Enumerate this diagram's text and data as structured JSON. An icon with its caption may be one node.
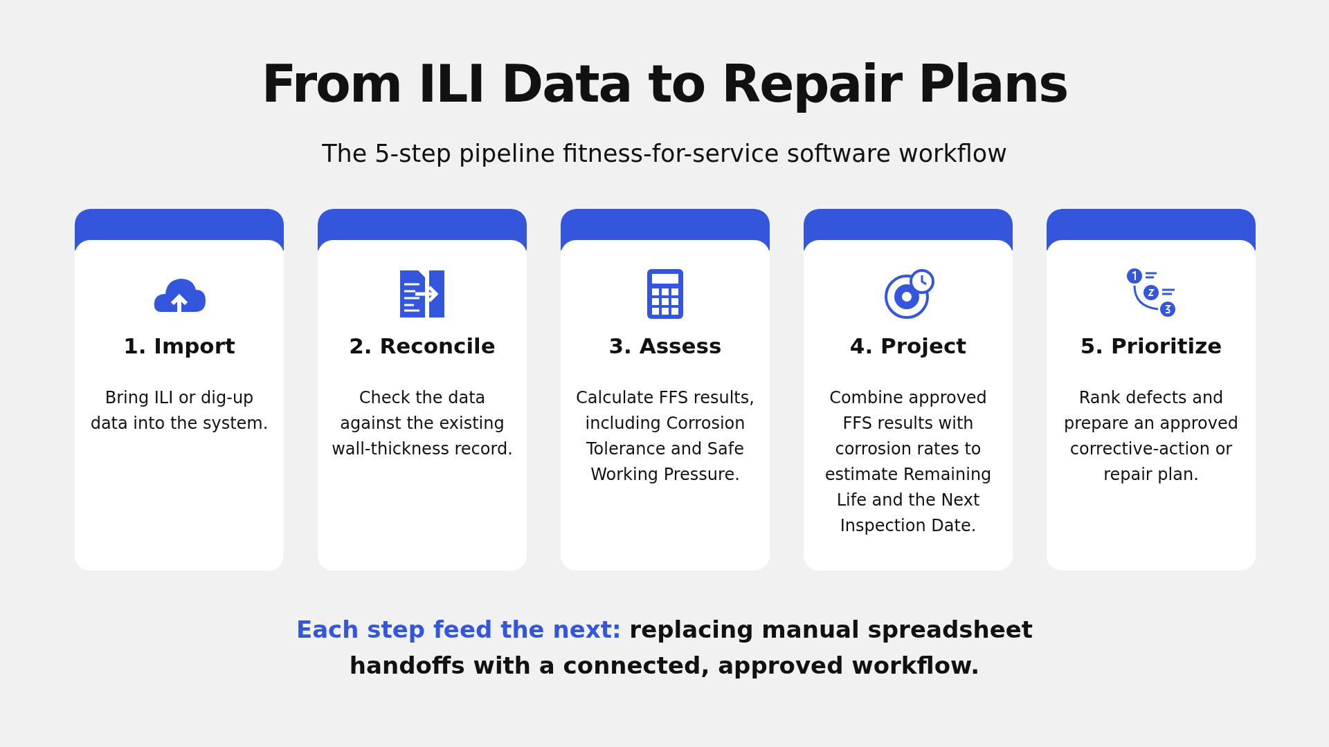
{
  "diagram": {
    "title": "From ILI Data to Repair Plans",
    "nodes": [
      {
        "text": [
          "1. Import",
          "Bring ILI or dig-up data into the system."
        ]
      },
      {
        "text": [
          "2. Reconcile",
          "Check the data against the existing wall-thickness record."
        ]
      },
      {
        "text": [
          "3. Assess",
          "Calculate FFS results, including Corrosion Tolerance and Safe Working Pressure."
        ]
      },
      {
        "text": [
          "4. Project",
          "Combine approved FFS results with corrosion rates to estimate Remaining Life and the Next Inspection Date."
        ]
      },
      {
        "text": [
          "5. Prioritize",
          "Rank defects and prepare an approved corrective-action or repair plan."
        ]
      }
    ],
    "edges": [],
    "labels": [
      "The 5-step pipeline fitness-for-service software workflow",
      "**Each step feed the next:** replacing manual spreadsheet handoffs with a connected, approved workflow."
    ]
  }
}
